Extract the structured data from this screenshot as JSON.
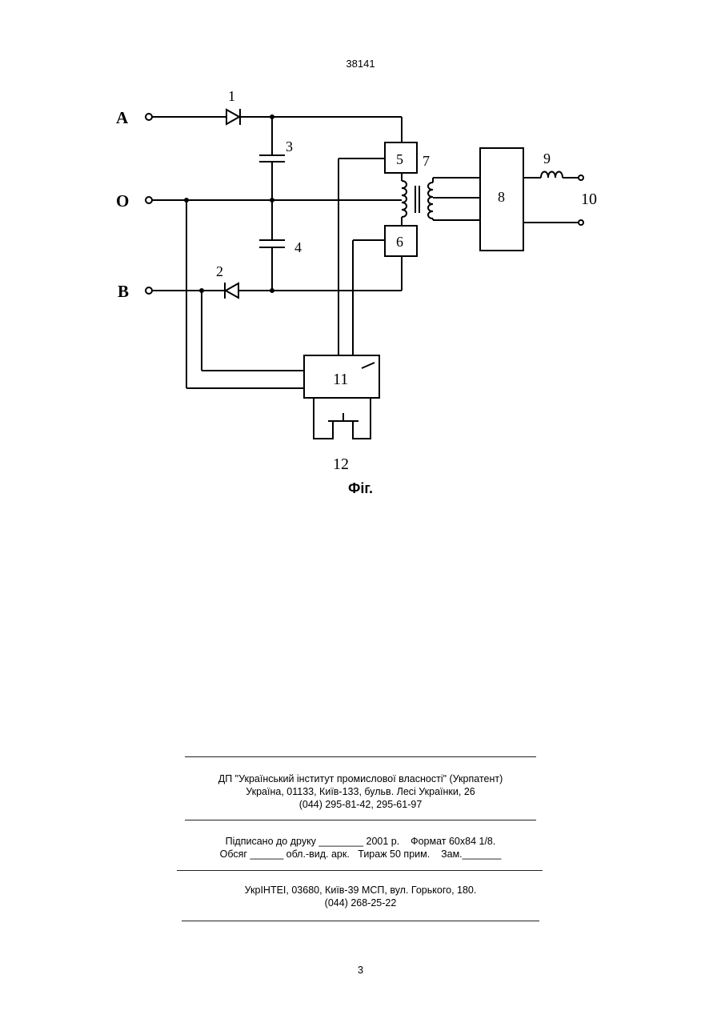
{
  "document_number": "38141",
  "figure": {
    "terminals": {
      "a": "A",
      "o": "O",
      "b": "B"
    },
    "labels": [
      "1",
      "2",
      "3",
      "4",
      "5",
      "6",
      "7",
      "8",
      "9",
      "10",
      "11",
      "12"
    ],
    "caption": "Фіг."
  },
  "publisher": {
    "line1": "ДП \"Український інститут промислової власності\" (Укрпатент)",
    "line2": "Україна, 01133, Київ-133, бульв. Лесі Українки, 26",
    "line3": "(044) 295-81-42, 295-61-97"
  },
  "print_info": {
    "line1": "Підписано до друку ________ 2001 р.    Формат 60х84 1/8.",
    "line2": "Обсяг ______ обл.-вид. арк.   Тираж 50 прим.    Зам._______"
  },
  "printer": {
    "line1": "УкрІНТЕІ, 03680, Київ-39 МСП, вул. Горького, 180.",
    "line2": "(044) 268-25-22"
  },
  "page_number": "3"
}
